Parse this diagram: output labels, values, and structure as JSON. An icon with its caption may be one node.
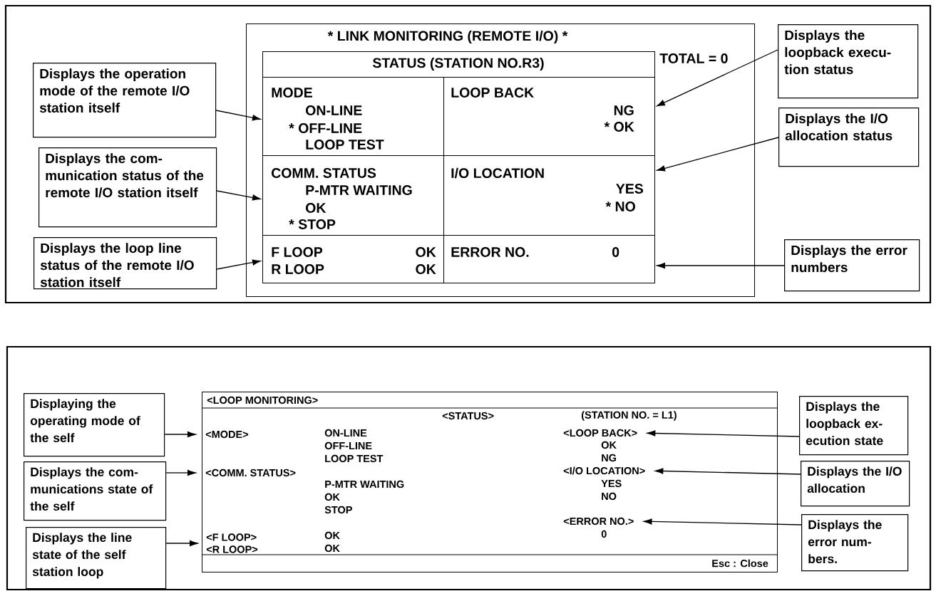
{
  "diagram": {
    "nodes": [
      {
        "text": [
          "* LINK MONITORING (REMOTE I/O) *",
          "TOTAL = 0"
        ]
      },
      {
        "text": [
          "STATUS (STATION NO.R3)"
        ],
        "in": 0
      },
      {
        "text": [
          "MODE",
          "ON-LINE",
          "* OFF-LINE",
          "LOOP TEST"
        ],
        "in": 0
      },
      {
        "text": [
          "LOOP BACK",
          "NG",
          "* OK"
        ],
        "in": 0
      },
      {
        "text": [
          "COMM. STATUS",
          "P-MTR WAITING",
          "OK",
          "* STOP"
        ],
        "in": 0
      },
      {
        "text": [
          "I/O LOCATION",
          "YES",
          "* NO"
        ],
        "in": 0
      },
      {
        "text": [
          "F LOOP",
          "OK",
          "R LOOP",
          "OK"
        ],
        "in": 0
      },
      {
        "text": [
          "ERROR NO.",
          "0"
        ],
        "in": 0
      },
      {
        "text": [
          "Displays the operation mode of the remote I/O station itself"
        ]
      },
      {
        "text": [
          "Displays the com- munication status of the remote I/O station itself"
        ]
      },
      {
        "text": [
          "Displays the loop line status of the remote I/O station itself"
        ]
      },
      {
        "text": [
          "Displays the loopback execu- tion status"
        ]
      },
      {
        "text": [
          "Displays the I/O allocation status"
        ]
      },
      {
        "text": [
          "Displays the error numbers"
        ]
      },
      {
        "text": [
          "<LOOP MONITORING>",
          "<STATUS>",
          "(STATION NO. = L1)",
          "ON-LINE",
          "OFF-LINE",
          "LOOP TEST",
          "P-MTR WAITING",
          "OK",
          "STOP",
          "OK",
          "OK",
          "OK",
          "NG",
          "YES",
          "NO",
          "0",
          "Esc : Close"
        ]
      },
      {
        "text": [
          "<MODE>"
        ],
        "in": 14
      },
      {
        "text": [
          "<COMM. STATUS>"
        ],
        "in": 14
      },
      {
        "text": [
          "<F LOOP>",
          "<R LOOP>"
        ],
        "in": 14
      },
      {
        "text": [
          "<LOOP BACK>"
        ],
        "in": 14
      },
      {
        "text": [
          "<I/O LOCATION>"
        ],
        "in": 14
      },
      {
        "text": [
          "<ERROR NO.>"
        ],
        "in": 14
      },
      {
        "text": [
          "Displaying the operating mode of the self"
        ]
      },
      {
        "text": [
          "Displays the com- munications state of the self"
        ]
      },
      {
        "text": [
          "Displays the line state of the self station loop"
        ]
      },
      {
        "text": [
          "Displays the loopback ex- ecution state"
        ]
      },
      {
        "text": [
          "Displays the I/O allocation"
        ]
      },
      {
        "text": [
          "Displays the error num- bers."
        ]
      }
    ],
    "edges": [
      {
        "from": 8,
        "to": 2,
        "arrow": "to"
      },
      {
        "from": 9,
        "to": 4,
        "arrow": "to"
      },
      {
        "from": 10,
        "to": 6,
        "arrow": "to"
      },
      {
        "from": 11,
        "to": 3,
        "arrow": "to"
      },
      {
        "from": 12,
        "to": 5,
        "arrow": "to"
      },
      {
        "from": 13,
        "to": 7,
        "arrow": "to"
      },
      {
        "from": 21,
        "to": 15,
        "arrow": "to"
      },
      {
        "from": 22,
        "to": 16,
        "arrow": "to"
      },
      {
        "from": 23,
        "to": 17,
        "arrow": "to"
      },
      {
        "from": 24,
        "to": 18,
        "arrow": "to"
      },
      {
        "from": 25,
        "to": 19,
        "arrow": "to"
      },
      {
        "from": 26,
        "to": 20,
        "arrow": "to"
      }
    ]
  }
}
